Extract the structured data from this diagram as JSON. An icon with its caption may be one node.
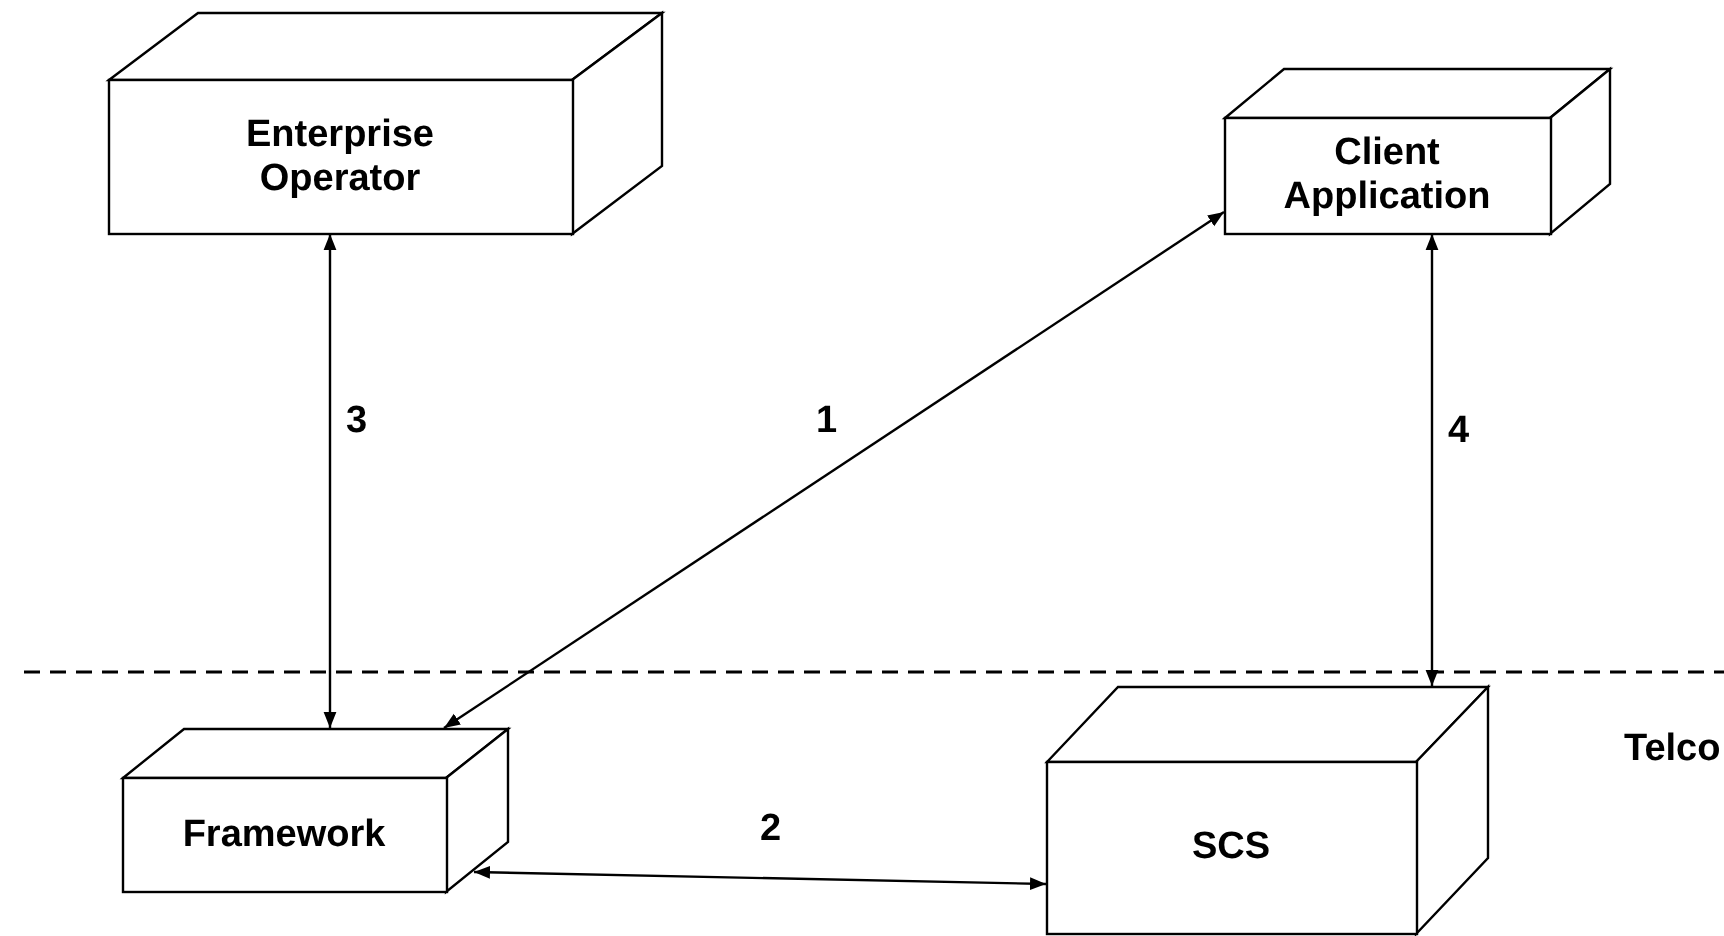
{
  "diagram": {
    "nodes": [
      {
        "text": [
          "Enterprise Operator"
        ]
      },
      {
        "text": [
          "Client Application"
        ]
      },
      {
        "text": [
          "Framework"
        ]
      },
      {
        "text": [
          "SCS"
        ]
      }
    ],
    "edges": [
      {
        "from": 1,
        "to": 2,
        "arrow": "both",
        "label": "1"
      },
      {
        "from": 2,
        "to": 3,
        "arrow": "both",
        "label": "2"
      },
      {
        "from": 2,
        "to": 0,
        "arrow": "both",
        "label": "3"
      },
      {
        "from": 3,
        "to": 1,
        "arrow": "both",
        "label": "4"
      }
    ],
    "labels": [
      "Telco"
    ]
  }
}
